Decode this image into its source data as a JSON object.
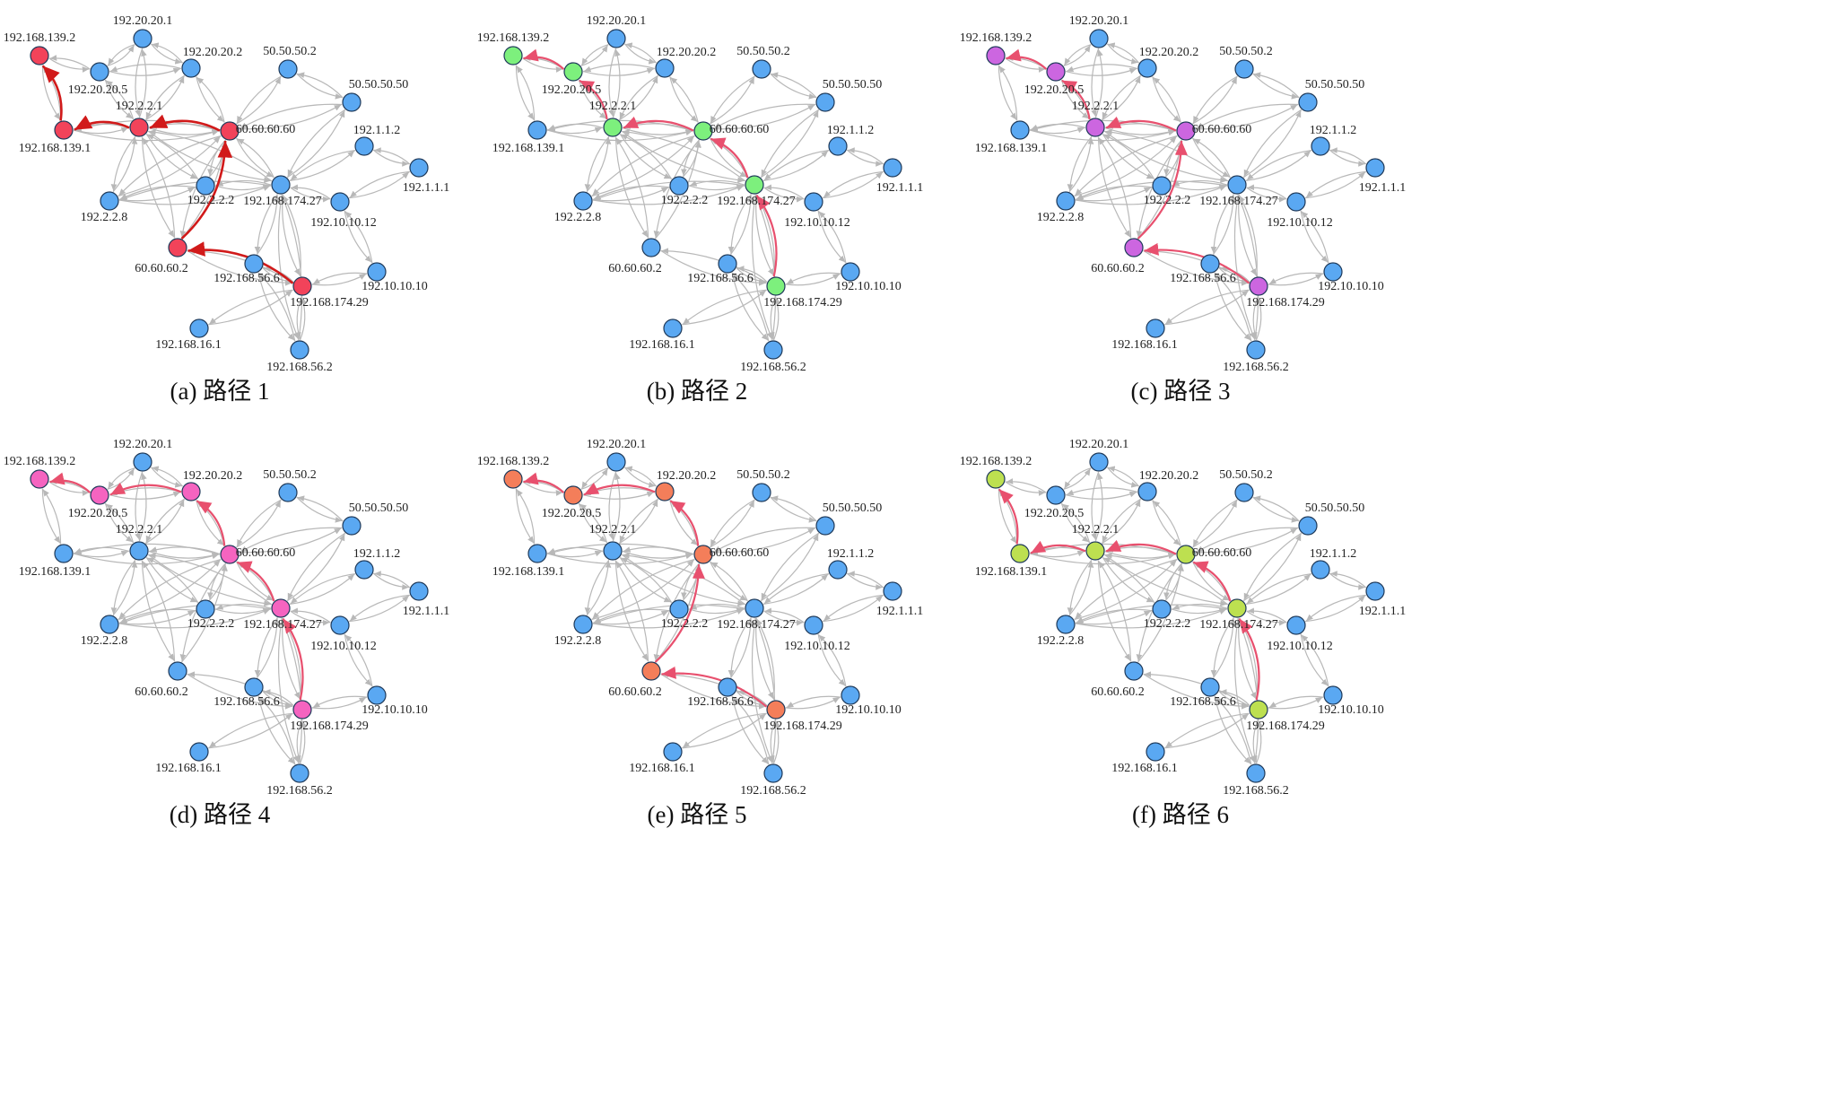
{
  "colors": {
    "node_default": "#5aa8f2",
    "node_stroke": "#1f3a5a",
    "edge_default": "#b8b8b8",
    "panel_a": "#f2435a",
    "panel_b": "#7df07d",
    "panel_c": "#cc66e0",
    "panel_d": "#f564c0",
    "panel_e": "#f47e5a",
    "panel_f": "#bde050",
    "path_edge_a": "#d11a1a",
    "path_edge_other": "#e8506e"
  },
  "node_labels": {
    "n_139_2": "192.168.139.2",
    "n_20_1": "192.20.20.1",
    "n_20_2": "192.20.20.2",
    "n_20_5": "192.20.20.5",
    "n_50_2": "50.50.50.2",
    "n_50_50": "50.50.50.50",
    "n_2_2_1": "192.2.2.1",
    "n_139_1": "192.168.139.1",
    "n_60_60": "60.60.60.60",
    "n_1_1_2": "192.1.1.2",
    "n_1_1_1": "192.1.1.1",
    "n_2_2_8": "192.2.2.8",
    "n_2_2_2": "192.2.2.2",
    "n_174_27": "192.168.174.27",
    "n_10_12": "192.10.10.12",
    "n_60_2": "60.60.60.2",
    "n_56_6": "192.168.56.6",
    "n_174_29": "192.168.174.29",
    "n_10_10": "192.10.10.10",
    "n_16_1": "192.168.16.1",
    "n_56_2": "192.168.56.2"
  },
  "panels": [
    {
      "id": "a",
      "caption": "(a) 路径 1",
      "highlight_color": "#f2435a",
      "path_nodes": [
        "n_174_29",
        "n_60_2",
        "n_60_60",
        "n_2_2_1",
        "n_139_1",
        "n_139_2"
      ]
    },
    {
      "id": "b",
      "caption": "(b) 路径 2",
      "highlight_color": "#7df07d",
      "path_nodes": [
        "n_174_29",
        "n_174_27",
        "n_60_60",
        "n_2_2_1",
        "n_20_5",
        "n_139_2"
      ]
    },
    {
      "id": "c",
      "caption": "(c) 路径 3",
      "highlight_color": "#cc66e0",
      "path_nodes": [
        "n_174_29",
        "n_60_2",
        "n_60_60",
        "n_2_2_1",
        "n_20_5",
        "n_139_2"
      ]
    },
    {
      "id": "d",
      "caption": "(d) 路径 4",
      "highlight_color": "#f564c0",
      "path_nodes": [
        "n_174_29",
        "n_174_27",
        "n_60_60",
        "n_20_2",
        "n_20_5",
        "n_139_2"
      ]
    },
    {
      "id": "e",
      "caption": "(e) 路径 5",
      "highlight_color": "#f47e5a",
      "path_nodes": [
        "n_174_29",
        "n_60_2",
        "n_60_60",
        "n_20_2",
        "n_20_5",
        "n_139_2"
      ]
    },
    {
      "id": "f",
      "caption": "(f) 路径 6",
      "highlight_color": "#bde050",
      "path_nodes": [
        "n_174_29",
        "n_174_27",
        "n_60_60",
        "n_2_2_1",
        "n_139_1",
        "n_139_2"
      ]
    }
  ],
  "edges": [
    [
      "n_20_1",
      "n_20_5"
    ],
    [
      "n_20_1",
      "n_20_2"
    ],
    [
      "n_20_1",
      "n_2_2_1"
    ],
    [
      "n_20_5",
      "n_139_2"
    ],
    [
      "n_20_5",
      "n_2_2_1"
    ],
    [
      "n_20_5",
      "n_20_2"
    ],
    [
      "n_139_2",
      "n_139_1"
    ],
    [
      "n_20_2",
      "n_60_60"
    ],
    [
      "n_2_2_1",
      "n_139_1"
    ],
    [
      "n_2_2_1",
      "n_60_60"
    ],
    [
      "n_2_2_1",
      "n_2_2_8"
    ],
    [
      "n_2_2_1",
      "n_2_2_2"
    ],
    [
      "n_2_2_1",
      "n_174_27"
    ],
    [
      "n_50_2",
      "n_60_60"
    ],
    [
      "n_50_2",
      "n_50_50"
    ],
    [
      "n_50_50",
      "n_60_60"
    ],
    [
      "n_50_50",
      "n_174_27"
    ],
    [
      "n_60_60",
      "n_174_27"
    ],
    [
      "n_60_60",
      "n_2_2_2"
    ],
    [
      "n_60_60",
      "n_2_2_8"
    ],
    [
      "n_60_60",
      "n_60_2"
    ],
    [
      "n_60_60",
      "n_139_1"
    ],
    [
      "n_1_1_2",
      "n_1_1_1"
    ],
    [
      "n_1_1_2",
      "n_174_27"
    ],
    [
      "n_1_1_1",
      "n_10_12"
    ],
    [
      "n_174_27",
      "n_2_2_8"
    ],
    [
      "n_174_27",
      "n_2_2_2"
    ],
    [
      "n_174_27",
      "n_10_12"
    ],
    [
      "n_174_27",
      "n_56_6"
    ],
    [
      "n_174_27",
      "n_174_29"
    ],
    [
      "n_174_27",
      "n_56_2"
    ],
    [
      "n_10_12",
      "n_10_10"
    ],
    [
      "n_10_10",
      "n_174_29"
    ],
    [
      "n_60_2",
      "n_174_29"
    ],
    [
      "n_56_6",
      "n_174_29"
    ],
    [
      "n_56_6",
      "n_56_2"
    ],
    [
      "n_174_29",
      "n_16_1"
    ],
    [
      "n_174_29",
      "n_56_2"
    ],
    [
      "n_2_2_8",
      "n_2_2_2"
    ],
    [
      "n_20_2",
      "n_2_2_1"
    ],
    [
      "n_60_2",
      "n_2_2_1"
    ]
  ]
}
